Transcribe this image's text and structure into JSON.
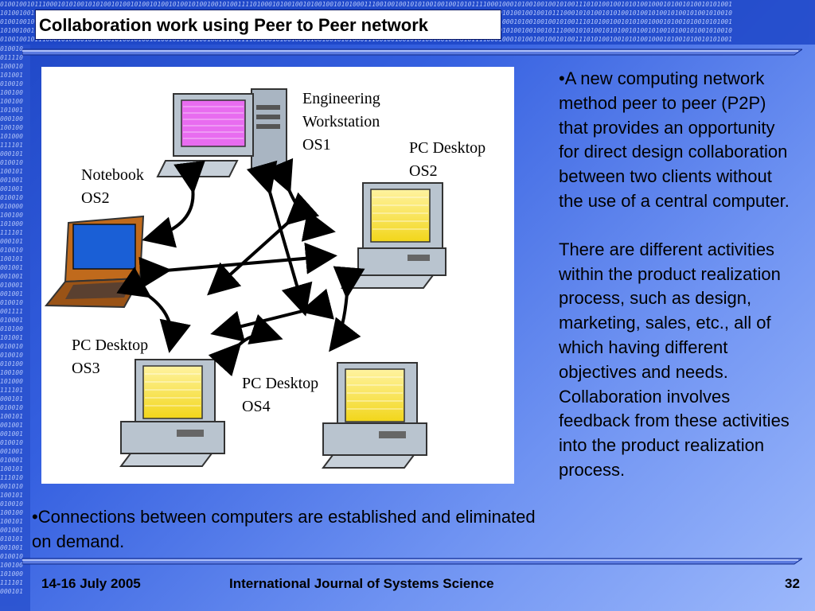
{
  "slide": {
    "title": "Collaboration work using Peer to Peer network",
    "binary_top": "01001001011100010101001010100101001010010100101001010010010100111101000101001001010010010101000111001001001010100100100101011110001000101001001001010011101010010010101001000101001010010101001\n10100100111101000101001001010010010101000111001001001010100100100101011110001000101001001001010011101010010010101001000101001010010101001001001011100010101001010100101001010010100101001010010\n01001001011100010101001010100101001010010100101001010010010100111101000101001001010010010101000111001001001010100100100101011110001000101001001001010011101010010010101001000101001010010101001\n10100100111101000101001001010010010101000111001001001010100100100101011110001000101001001001010011101010010010101001000101001010010101001001001011100010101001010100101001010010100101001010010\n01001001011100010101001010100101001010010100101001010010010100111101000101001001010010010101000111001001001010100100100101011110001000101001001001010011101010010010101001000101001010010101001",
    "binary_side": "010010\n011110\n100010\n101001\n010010\n100100\n100100\n101001\n000100\n100100\n101000\n111101\n000101\n010010\n100101\n001001\n001001\n010010\n010000\n100100\n101000\n111101\n000101\n010010\n100101\n001001\n001001\n010001\n001001\n010010\n001111\n010001\n010100\n101001\n010010\n010010\n010100\n100100\n101000\n111101\n000101\n010010\n100101\n001001\n001001\n010010\n001001\n010001\n100101\n111010\n001010\n100101\n010010\n100100\n100101\n001001\n010101\n001001\n010010\n100100\n101000\n111101\n000101",
    "figure": {
      "labels": [
        {
          "id": "engineering",
          "text": "Engineering\nWorkstation\nOS1"
        },
        {
          "id": "notebook",
          "text": "Notebook\nOS2"
        },
        {
          "id": "pc-os2",
          "text": "PC Desktop\nOS2"
        },
        {
          "id": "pc-os3",
          "text": "PC Desktop\nOS3"
        },
        {
          "id": "pc-os4",
          "text": "PC Desktop\nOS4"
        }
      ],
      "colors": {
        "workstation_screen": "#e86cf0",
        "pc_screen": "#ffee44",
        "laptop_screen": "#1a5fd6",
        "laptop_body": "#c06a1c",
        "casing": "#b9c4cf"
      }
    },
    "right_paragraphs": [
      "•A new computing network method peer to peer (P2P) that provides an opportunity for direct design collaboration between two clients without the use of a central computer.",
      "There are different activities within the product realization process, such as design, marketing, sales, etc., all of which having different objectives and needs. Collaboration involves feedback from these activities into the product realization process."
    ],
    "bottom_text": "•Connections between computers are established and eliminated on demand.",
    "footer": {
      "date": "14-16 July 2005",
      "journal": "International Journal of Systems Science",
      "page": "32"
    }
  }
}
